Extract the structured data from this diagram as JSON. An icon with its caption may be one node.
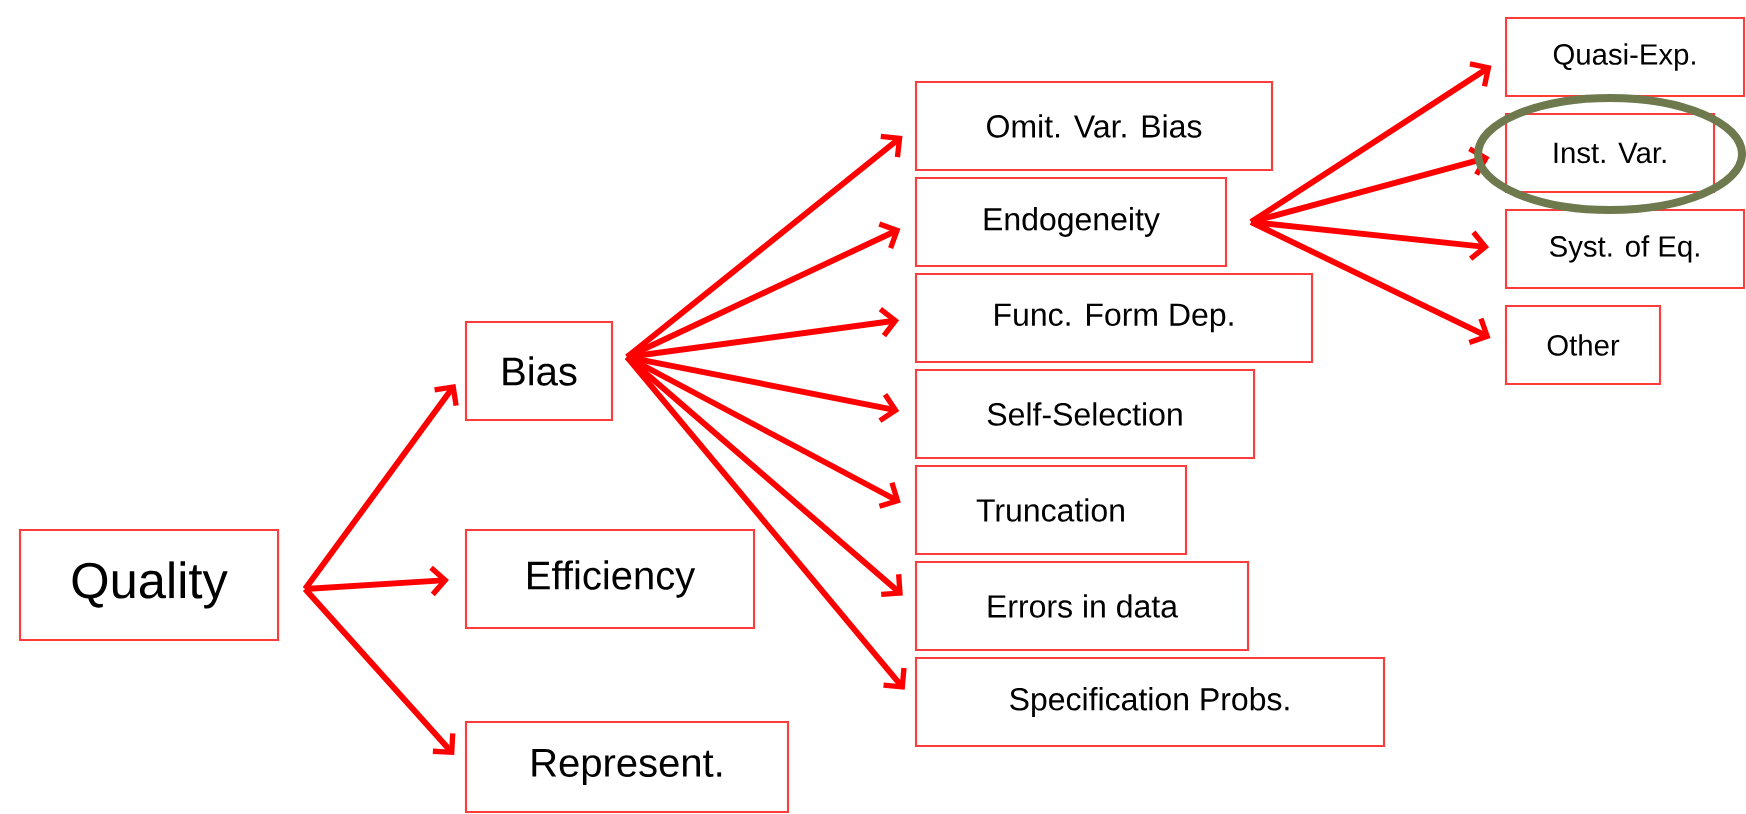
{
  "diagram": {
    "nodes": [
      {
        "text": [
          "Quality"
        ]
      },
      {
        "text": [
          "Bias"
        ]
      },
      {
        "text": [
          "Efficiency"
        ]
      },
      {
        "text": [
          "Represent."
        ]
      },
      {
        "text": [
          "Omit. Var. Bias"
        ]
      },
      {
        "text": [
          "Endogeneity"
        ]
      },
      {
        "text": [
          "Func. Form Dep."
        ]
      },
      {
        "text": [
          "Self-Selection"
        ]
      },
      {
        "text": [
          "Truncation"
        ]
      },
      {
        "text": [
          "Errors in data"
        ]
      },
      {
        "text": [
          "Specification Probs."
        ]
      },
      {
        "text": [
          "Quasi-Exp."
        ]
      },
      {
        "text": [
          "Inst. Var."
        ]
      },
      {
        "text": [
          "Syst. of Eq."
        ]
      },
      {
        "text": [
          "Other"
        ]
      }
    ],
    "edges": [
      {
        "from": 0,
        "to": 1,
        "arrow": "to"
      },
      {
        "from": 0,
        "to": 2,
        "arrow": "to"
      },
      {
        "from": 0,
        "to": 3,
        "arrow": "to"
      },
      {
        "from": 1,
        "to": 4,
        "arrow": "to"
      },
      {
        "from": 1,
        "to": 5,
        "arrow": "to"
      },
      {
        "from": 1,
        "to": 6,
        "arrow": "to"
      },
      {
        "from": 1,
        "to": 7,
        "arrow": "to"
      },
      {
        "from": 1,
        "to": 8,
        "arrow": "to"
      },
      {
        "from": 1,
        "to": 9,
        "arrow": "to"
      },
      {
        "from": 1,
        "to": 10,
        "arrow": "to"
      },
      {
        "from": 5,
        "to": 11,
        "arrow": "to"
      },
      {
        "from": 5,
        "to": 12,
        "arrow": "to"
      },
      {
        "from": 5,
        "to": 13,
        "arrow": "to"
      },
      {
        "from": 5,
        "to": 14,
        "arrow": "to"
      }
    ]
  }
}
